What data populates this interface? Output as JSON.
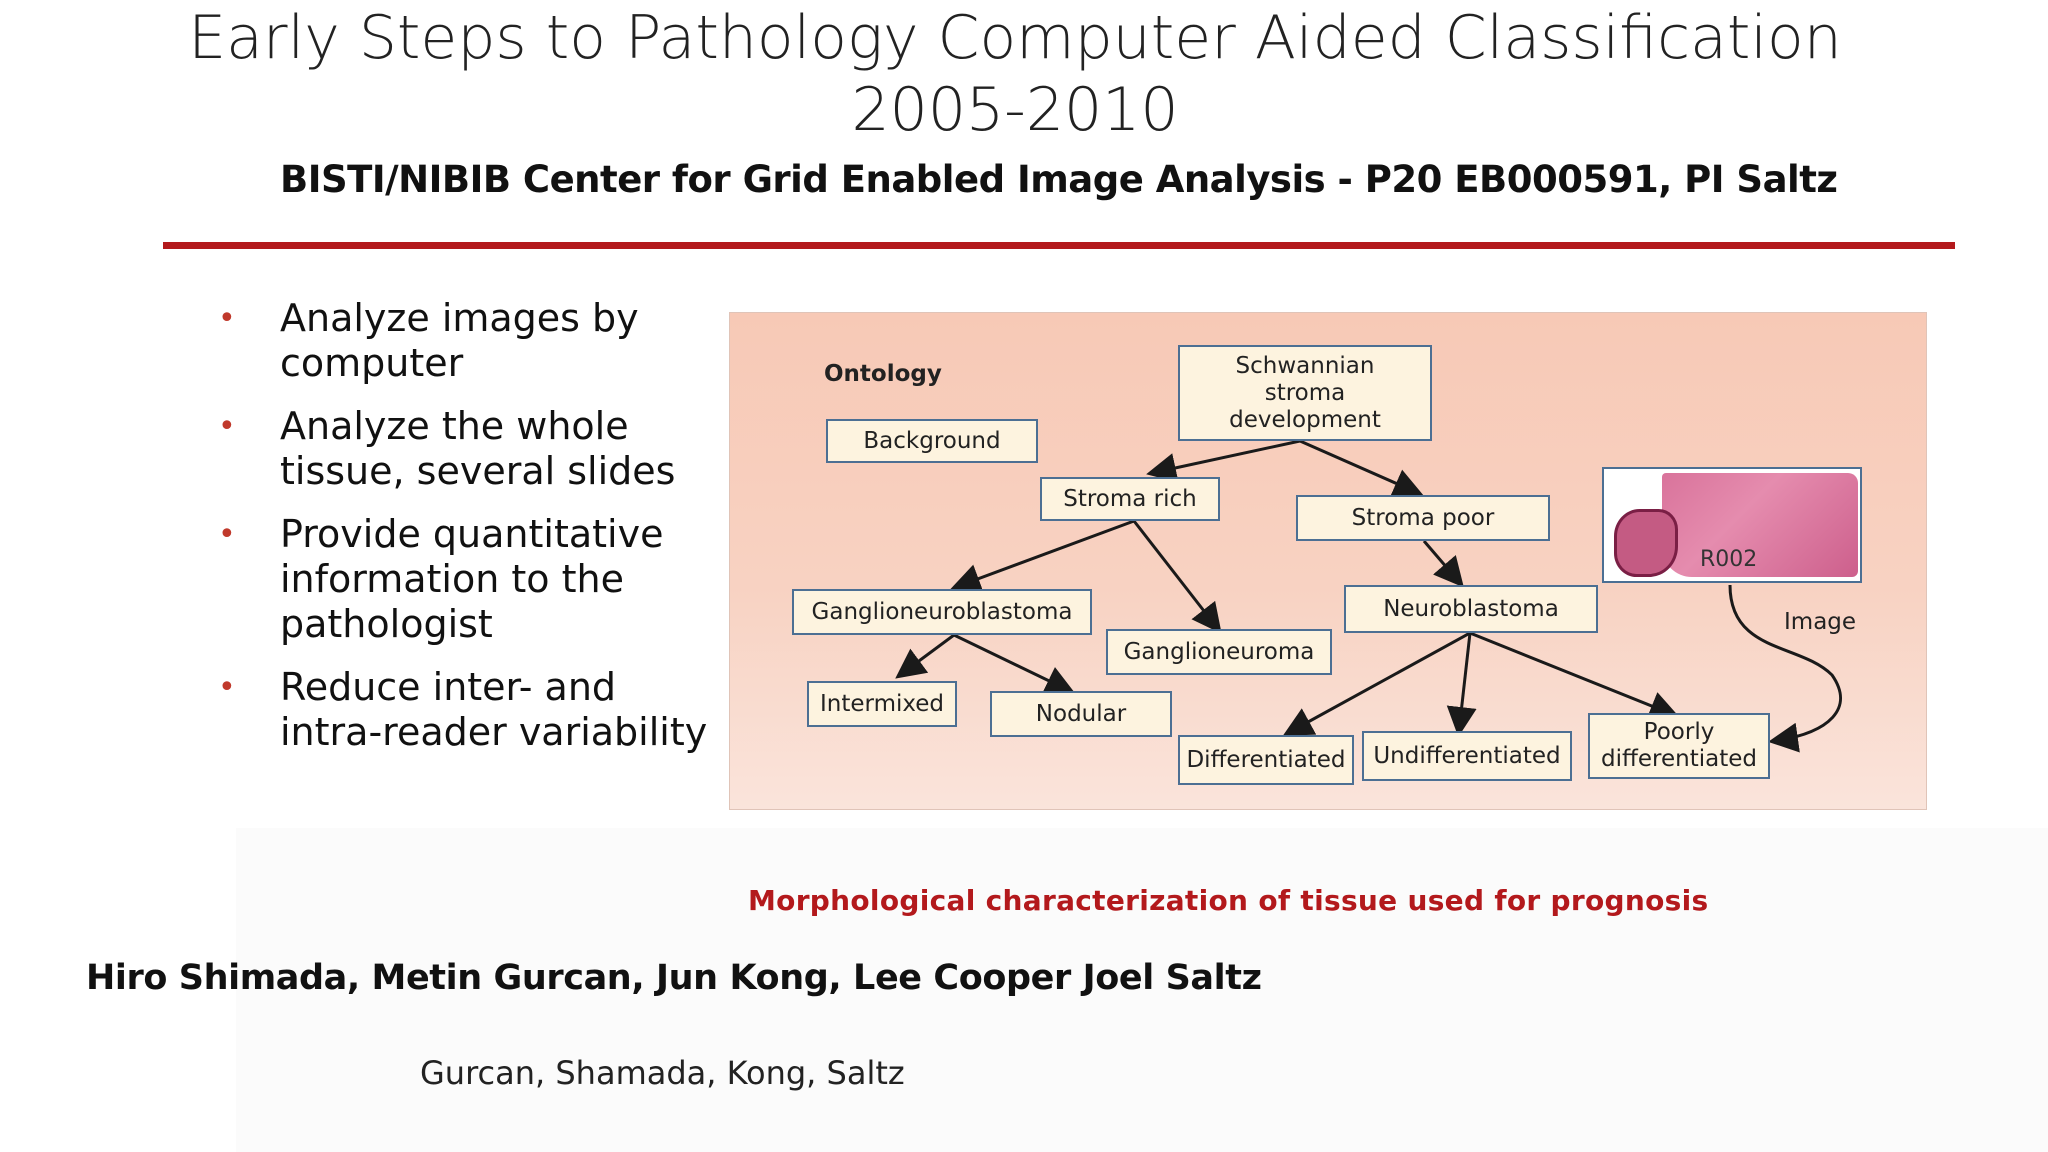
{
  "slide": {
    "title_line1": "Early Steps to Pathology Computer Aided Classification",
    "title_line2": "2005-2010",
    "subtitle": "BISTI/NIBIB Center for Grid Enabled Image Analysis - P20 EB000591, PI Saltz",
    "bullets": [
      "Analyze images by computer",
      "Analyze the whole tissue, several slides",
      "Provide quantitative information to the pathologist",
      "Reduce inter- and intra-reader variability"
    ],
    "caption": "Morphological characterization of tissue used for prognosis",
    "authors": "Hiro Shimada, Metin Gurcan,  Jun Kong, Lee Cooper Joel Saltz",
    "footer_names": "Gurcan,  Shamada, Kong,  Saltz",
    "accent_color": "#b3191c"
  },
  "figure": {
    "ontology_label": "Ontology",
    "image_label": "Image",
    "thumbnail_label": "R002",
    "nodes": {
      "background": "Background",
      "schwannian": "Schwannian\nstroma\ndevelopment",
      "stroma_rich": "Stroma rich",
      "stroma_poor": "Stroma poor",
      "ganglioneuroblastoma": "Ganglioneuroblastoma",
      "ganglioneuroma": "Ganglioneuroma",
      "neuroblastoma": "Neuroblastoma",
      "intermixed": "Intermixed",
      "nodular": "Nodular",
      "differentiated": "Differentiated",
      "undifferentiated": "Undifferentiated",
      "poorly_differentiated": "Poorly\ndifferentiated"
    }
  }
}
